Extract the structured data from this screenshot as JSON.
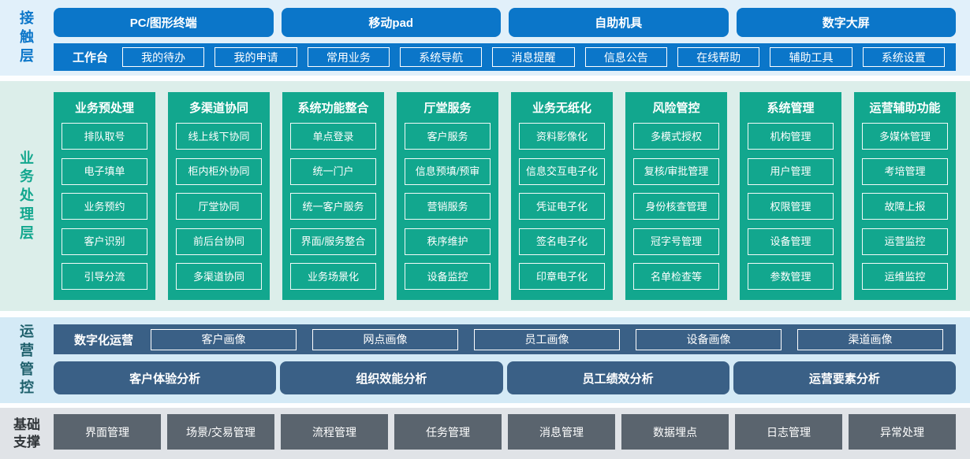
{
  "colors": {
    "blue": "#0b76c9",
    "contact_bg": "#e1f0fa",
    "green": "#12a78e",
    "business_bg": "#dceeea",
    "slate_blue": "#3a6086",
    "ops_bg": "#d4eaf6",
    "ops_label": "#1e606c",
    "foundation_box": "#5a646e",
    "foundation_bg": "#e0e3e7"
  },
  "contact_layer": {
    "label": "接触层",
    "terminals": [
      "PC/图形终端",
      "移动pad",
      "自助机具",
      "数字大屏"
    ],
    "workbench": {
      "label": "工作台",
      "items": [
        "我的待办",
        "我的申请",
        "常用业务",
        "系统导航",
        "消息提醒",
        "信息公告",
        "在线帮助",
        "辅助工具",
        "系统设置"
      ]
    }
  },
  "business_layer": {
    "label": "业务处理层",
    "columns": [
      {
        "title": "业务预处理",
        "items": [
          "排队取号",
          "电子填单",
          "业务预约",
          "客户识别",
          "引导分流"
        ]
      },
      {
        "title": "多渠道协同",
        "items": [
          "线上线下协同",
          "柜内柜外协同",
          "厅堂协同",
          "前后台协同",
          "多渠道协同"
        ]
      },
      {
        "title": "系统功能整合",
        "items": [
          "单点登录",
          "统一门户",
          "统一客户服务",
          "界面/服务整合",
          "业务场景化"
        ]
      },
      {
        "title": "厅堂服务",
        "items": [
          "客户服务",
          "信息预填/预审",
          "营销服务",
          "秩序维护",
          "设备监控"
        ]
      },
      {
        "title": "业务无纸化",
        "items": [
          "资料影像化",
          "信息交互电子化",
          "凭证电子化",
          "签名电子化",
          "印章电子化"
        ]
      },
      {
        "title": "风险管控",
        "items": [
          "多模式授权",
          "复核/审批管理",
          "身份核查管理",
          "冠字号管理",
          "名单检查等"
        ]
      },
      {
        "title": "系统管理",
        "items": [
          "机构管理",
          "用户管理",
          "权限管理",
          "设备管理",
          "参数管理"
        ]
      },
      {
        "title": "运营辅助功能",
        "items": [
          "多媒体管理",
          "考培管理",
          "故障上报",
          "运营监控",
          "运维监控"
        ]
      }
    ]
  },
  "operations_layer": {
    "label": "运营管控",
    "digital_ops": {
      "label": "数字化运营",
      "items": [
        "客户画像",
        "网点画像",
        "员工画像",
        "设备画像",
        "渠道画像"
      ]
    },
    "analysis": [
      "客户体验分析",
      "组织效能分析",
      "员工绩效分析",
      "运营要素分析"
    ]
  },
  "foundation_layer": {
    "label": "基础支撑",
    "items": [
      "界面管理",
      "场景/交易管理",
      "流程管理",
      "任务管理",
      "消息管理",
      "数据埋点",
      "日志管理",
      "异常处理"
    ]
  }
}
